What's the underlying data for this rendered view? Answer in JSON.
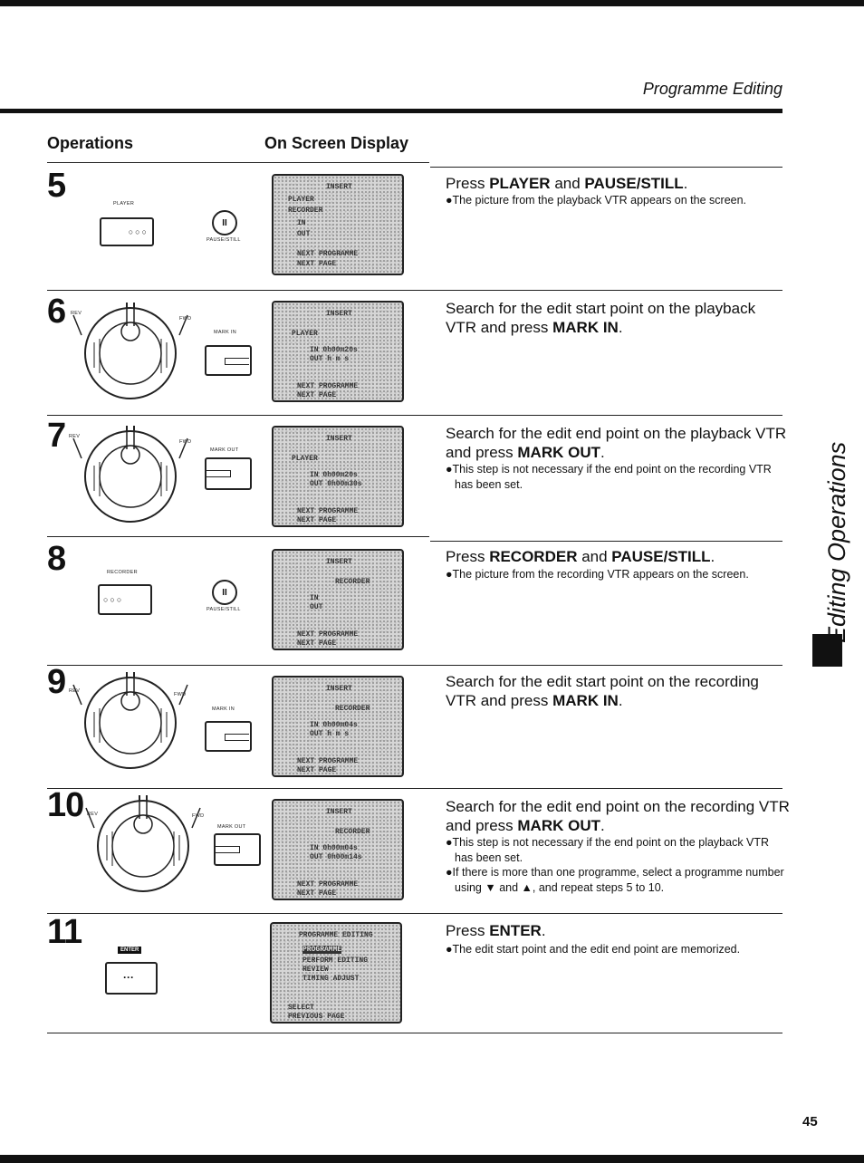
{
  "header": {
    "section_title": "Programme Editing",
    "page_number": "45"
  },
  "columns": {
    "operations": "Operations",
    "on_screen_display": "On Screen Display"
  },
  "side_tab": "Editing Operations",
  "labels": {
    "player": "PLAYER",
    "pause_still": "PAUSE/STILL",
    "mark_in": "MARK IN",
    "mark_out": "MARK OUT",
    "recorder": "RECORDER",
    "enter": "ENTER",
    "rev": "REV",
    "fwd": "FWD"
  },
  "steps": [
    {
      "num": "5",
      "instr_pre": "Press ",
      "instr_b1": "PLAYER",
      "instr_mid": " and ",
      "instr_b2": "PAUSE/STILL",
      "instr_post": ".",
      "notes": [
        "●The picture from the playback VTR appears on the screen."
      ],
      "screen": [
        "INSERT",
        "PLAYER",
        "RECORDER",
        "IN",
        "OUT",
        "NEXT PROGRAMME",
        "NEXT PAGE"
      ]
    },
    {
      "num": "6",
      "instr_pre": "Search for the edit start point on the playback VTR and press ",
      "instr_b1": "MARK IN",
      "instr_post": ".",
      "notes": [],
      "screen": [
        "INSERT",
        "PLAYER",
        "IN  0h00m20s",
        "OUT  h  m  s",
        "NEXT PROGRAMME",
        "NEXT PAGE"
      ]
    },
    {
      "num": "7",
      "instr_pre": "Search for the edit end point on the playback VTR and press ",
      "instr_b1": "MARK OUT",
      "instr_post": ".",
      "notes": [
        "●This step is not necessary if the end point on the recording VTR has been set."
      ],
      "screen": [
        "INSERT",
        "PLAYER",
        "IN  0h00m20s",
        "OUT  0h00m30s",
        "NEXT PROGRAMME",
        "NEXT PAGE"
      ]
    },
    {
      "num": "8",
      "instr_pre": "Press ",
      "instr_b1": "RECORDER",
      "instr_mid": " and ",
      "instr_b2": "PAUSE/STILL",
      "instr_post": ".",
      "notes": [
        "●The picture from the recording VTR appears on the screen."
      ],
      "screen": [
        "INSERT",
        "RECORDER",
        "IN",
        "OUT",
        "NEXT PROGRAMME",
        "NEXT PAGE"
      ]
    },
    {
      "num": "9",
      "instr_pre": "Search for the edit start point on the recording VTR and press ",
      "instr_b1": "MARK IN",
      "instr_post": ".",
      "notes": [],
      "screen": [
        "INSERT",
        "RECORDER",
        "IN  0h00m04s",
        "OUT  h  m  s",
        "NEXT PROGRAMME",
        "NEXT PAGE"
      ]
    },
    {
      "num": "10",
      "instr_pre": "Search for the edit end point on the recording VTR and press ",
      "instr_b1": "MARK OUT",
      "instr_post": ".",
      "notes": [
        "●This step is not necessary if the end point on the playback VTR has been set.",
        "●If there is more than one programme, select a programme number using ▼ and ▲, and repeat steps 5 to 10."
      ],
      "screen": [
        "INSERT",
        "RECORDER",
        "IN  0h00m04s",
        "OUT  0h00m14s",
        "NEXT PROGRAMME",
        "NEXT PAGE"
      ]
    },
    {
      "num": "11",
      "instr_pre": "Press ",
      "instr_b1": "ENTER",
      "instr_post": ".",
      "notes": [
        "●The edit start point and the edit end point are memorized."
      ],
      "screen": [
        "PROGRAMME EDITING",
        "PROGRAMME",
        "PERFORM EDITING",
        "REVIEW",
        "TIMING ADJUST",
        "SELECT",
        "PREVIOUS PAGE"
      ]
    }
  ]
}
